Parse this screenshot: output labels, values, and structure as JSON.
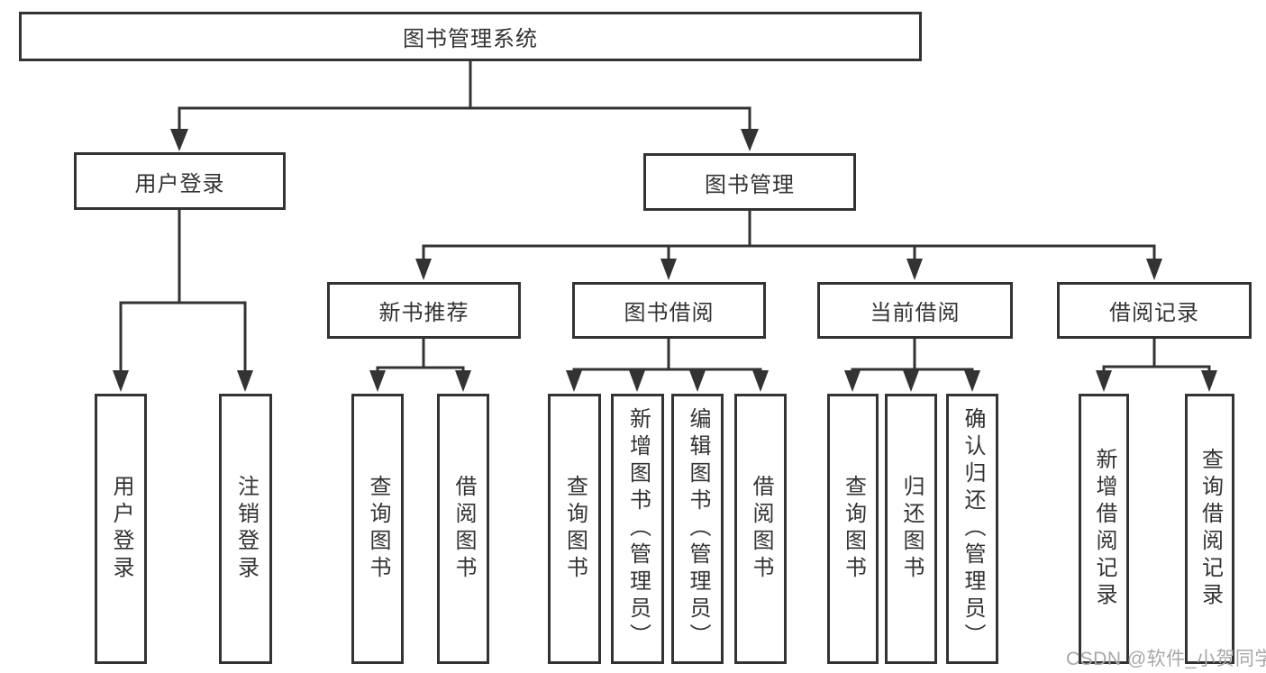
{
  "diagram": {
    "root": {
      "label": "图书管理系统"
    },
    "level1": [
      {
        "label": "用户登录"
      },
      {
        "label": "图书管理"
      }
    ],
    "level2": [
      {
        "label": "新书推荐"
      },
      {
        "label": "图书借阅"
      },
      {
        "label": "当前借阅"
      },
      {
        "label": "借阅记录"
      }
    ],
    "groups": [
      {
        "parent": "用户登录",
        "children": [
          "用户登录",
          "注销登录"
        ]
      },
      {
        "parent": "新书推荐",
        "children": [
          "查询图书",
          "借阅图书"
        ]
      },
      {
        "parent": "图书借阅",
        "children": [
          "查询图书",
          "新增图书（管理员）",
          "编辑图书（管理员）",
          "借阅图书"
        ]
      },
      {
        "parent": "当前借阅",
        "children": [
          "查询图书",
          "归还图书",
          "确认归还（管理员）"
        ]
      },
      {
        "parent": "借阅记录",
        "children": [
          "新增借阅记录",
          "查询借阅记录"
        ]
      }
    ],
    "colors": {
      "line": "#333333",
      "text": "#333333",
      "box_background": "#ffffff",
      "watermark": "#a8a8a8"
    }
  },
  "watermark": {
    "text": "CSDN @软件_小贺同学"
  }
}
